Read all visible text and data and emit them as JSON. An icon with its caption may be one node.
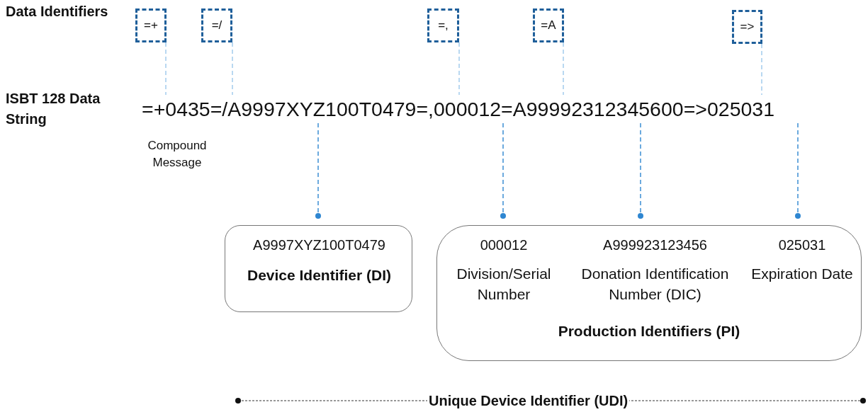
{
  "diagram": {
    "nodes": [
      {
        "text": [
          "=+"
        ]
      },
      {
        "text": [
          "=/"
        ]
      },
      {
        "text": [
          "=,"
        ]
      },
      {
        "text": [
          "=A"
        ]
      },
      {
        "text": [
          "=>"
        ]
      },
      {
        "text": [
          "=+0435=/A9997XYZ100T0479=,000012=A99992312345600=>025031"
        ]
      },
      {
        "text": [
          "A9997XYZ100T0479",
          "Device Identifier (DI)"
        ]
      },
      {
        "text": [
          "Production Identifiers (PI)"
        ]
      },
      {
        "text": [
          "000012",
          "Division/Serial Number"
        ],
        "in": 7
      },
      {
        "text": [
          "A999923123456",
          "Donation Identification Number (DIC)"
        ],
        "in": 7
      },
      {
        "text": [
          "025031",
          "Expiration Date"
        ],
        "in": 7
      }
    ],
    "edges": [
      {
        "from": 0,
        "to": 5,
        "arrow": "none",
        "style": "dashed"
      },
      {
        "from": 1,
        "to": 5,
        "arrow": "none",
        "style": "dashed"
      },
      {
        "from": 2,
        "to": 5,
        "arrow": "none",
        "style": "dashed"
      },
      {
        "from": 3,
        "to": 5,
        "arrow": "none",
        "style": "dashed"
      },
      {
        "from": 4,
        "to": 5,
        "arrow": "none",
        "style": "dashed"
      },
      {
        "from": 5,
        "to": 6,
        "arrow": "other",
        "style": "dashed",
        "color": "#2e86d1"
      },
      {
        "from": 5,
        "to": 8,
        "arrow": "other",
        "style": "dashed",
        "color": "#2e86d1"
      },
      {
        "from": 5,
        "to": 9,
        "arrow": "other",
        "style": "dashed",
        "color": "#2e86d1"
      },
      {
        "from": 5,
        "to": 10,
        "arrow": "other",
        "style": "dashed",
        "color": "#2e86d1"
      }
    ],
    "labels": [
      "Data Identifiers",
      "ISBT 128 Data String",
      "Compound Message",
      "Unique Device Identifier (UDI)"
    ]
  }
}
